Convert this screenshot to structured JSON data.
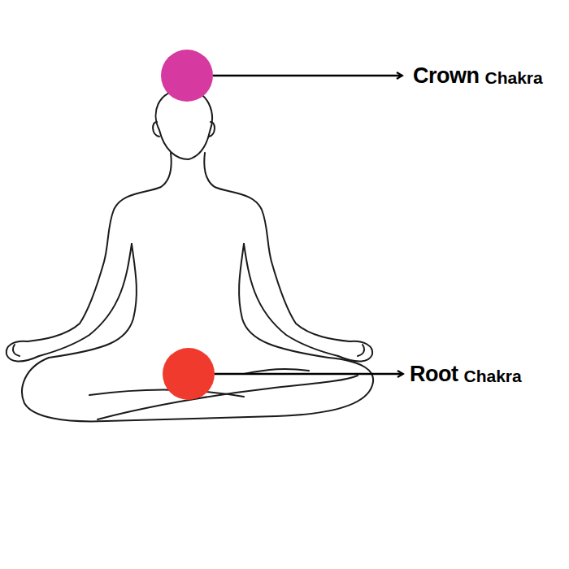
{
  "diagram": {
    "labels": [
      "Crown",
      "Chakra",
      "Root",
      "Chakra"
    ]
  }
}
